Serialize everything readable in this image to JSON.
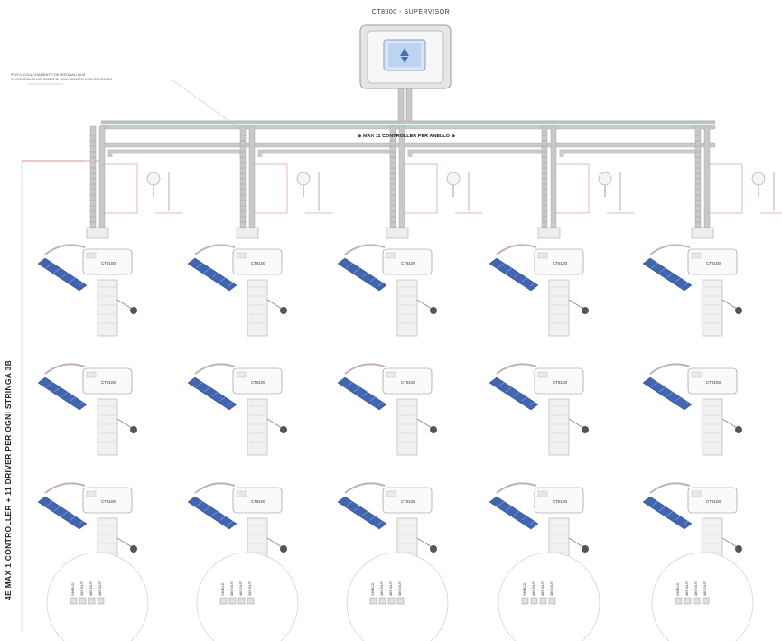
{
  "supervisor": {
    "title": "CT8000 - SUPERVISOR"
  },
  "note": {
    "line1": "PER IL COLLEGAMENTO DEI SEGNALI BUS",
    "line2": "SI CONSIGLIA L'UTILIZZO DI CAVI BELDEN CON SCHERMO"
  },
  "bus": {
    "label": "⊕ MAX 11 CONTROLLER PER ANELLO ⊕"
  },
  "side_label": "4E MAX 1 CONTROLLER + 11 DRIVER PER OGNI STRINGA 3B",
  "controller_label": "CT8100",
  "terminals": [
    "SHIELD",
    "485 OUT",
    "485 OUT",
    "485 OUT"
  ],
  "colors": {
    "bus_grey": "#c9c9c9",
    "bus_teal": "#9fd1c4",
    "bus_red": "#e3a2a2",
    "panel_blue": "#3f66b4",
    "screen_blue": "#bcd4f0"
  },
  "icons": {
    "supervisor": "supervisor-panel-icon",
    "controller": "controller-box-icon",
    "driver": "driver-module-icon",
    "solar": "solar-tracker-icon",
    "sensor": "sensor-icon"
  }
}
